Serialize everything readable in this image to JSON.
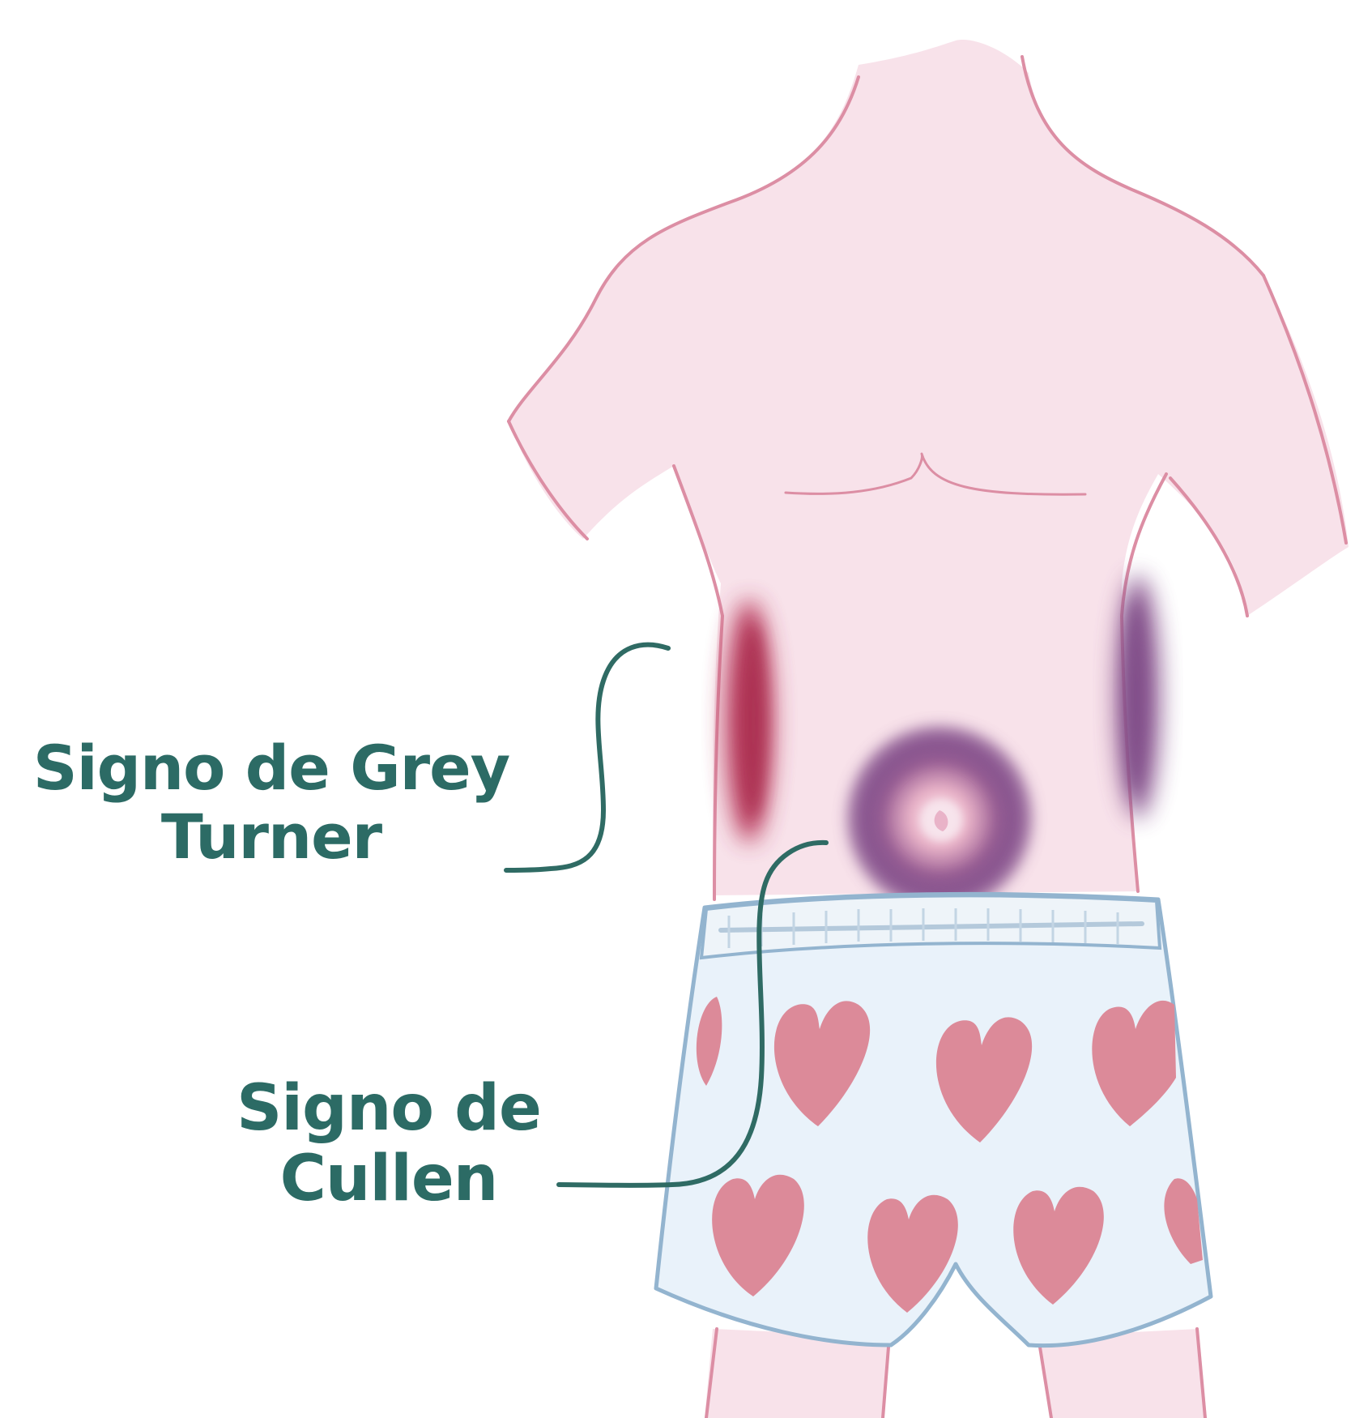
{
  "labels": {
    "grey_turner": {
      "line1": "Signo de Grey",
      "line2": "Turner"
    },
    "cullen": {
      "line1": "Signo de",
      "line2": "Cullen"
    }
  },
  "colors": {
    "background": "#ffffff",
    "skin": "#f8e2ea",
    "skin_outline": "#dc8ea4",
    "bruise_red": "#b8385a",
    "bruise_purple": "#8a5690",
    "shorts_fill": "#e9f2fa",
    "shorts_outline": "#93b4cf",
    "hearts": "#dc8a99",
    "label_text": "#2c6b65",
    "leader_lines": "#2f6b64"
  },
  "icons": {
    "figure": "torso-figure-icon",
    "shorts": "heart-boxer-shorts-icon",
    "grey_turner_bruise": "flank-bruise-icon",
    "cullen_bruise": "periumbilical-bruise-icon"
  }
}
